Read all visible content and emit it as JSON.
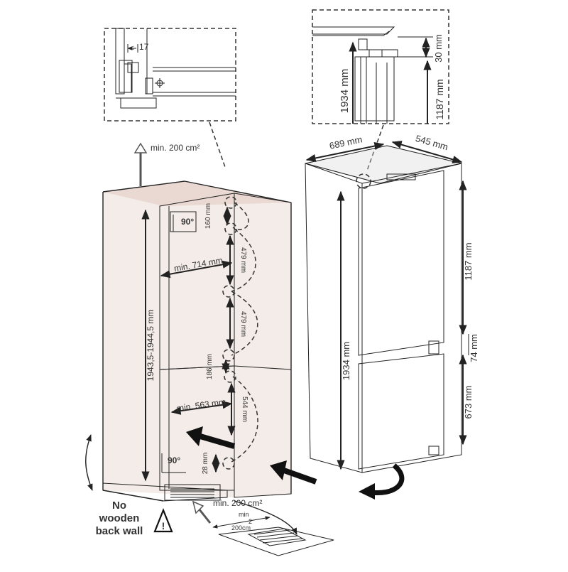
{
  "detail_left": {
    "dim_17": "17"
  },
  "detail_right": {
    "dim_30": "30 mm",
    "dim_1934": "1934 mm",
    "dim_1187": "1187 mm"
  },
  "appliance": {
    "width": "689 mm",
    "depth": "545 mm",
    "height": "1934 mm",
    "upper": "1187 mm",
    "gap": "74 mm",
    "lower": "673 mm"
  },
  "niche": {
    "vent_top": "min. 200 cm²",
    "height": "1943,5-1944,5 mm",
    "depth_top": "min. 714 mm",
    "depth_bottom": "min. 563 mm",
    "angle_top": "90°",
    "angle_bottom": "90°",
    "h160": "160 mm",
    "h479a": "479 mm",
    "h479b": "479 mm",
    "h186": "186 mm",
    "h544": "544 mm",
    "h28": "28 mm"
  },
  "vent": {
    "bottom": "min. 200 cm²",
    "grille_min": "min",
    "grille_2": "2",
    "grille_cm": "200cm"
  },
  "warning": {
    "line1": "No",
    "line2": "wooden",
    "line3": "back wall"
  }
}
